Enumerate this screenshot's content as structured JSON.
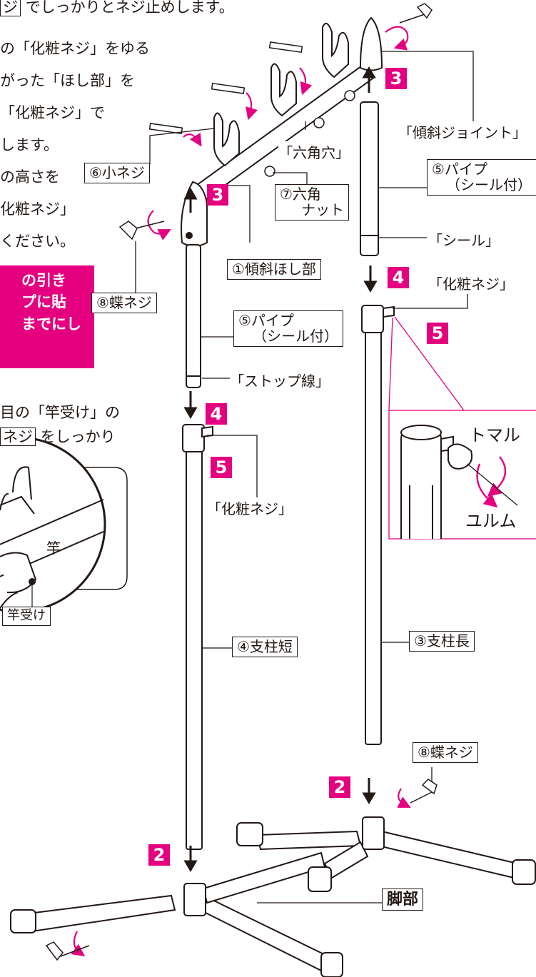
{
  "top": {
    "line1_box": "ジ",
    "line1_rest": "でしっかりとネジ止めします。",
    "para1": [
      "の「化粧ネジ」をゆる",
      "がった「ほし部」を",
      "「化粧ネジ」で",
      "します。"
    ],
    "para2": [
      "の高さを",
      "化粧ネジ」",
      "ください。"
    ],
    "pink_lines": [
      "の引き",
      "プに貼",
      "までにし"
    ],
    "para3_line1": "目の「竿受け」の",
    "para3_box": "ネジ",
    "para3_rest": "をしっかり"
  },
  "steps": {
    "s2": "2",
    "s3": "3",
    "s4": "4",
    "s5": "5"
  },
  "labels": {
    "katamuki_joint": "「傾斜ジョイント」",
    "rokkaku_ana": "「六角穴」",
    "ko_neji": "⑥小ネジ",
    "rokkaku_nut_1": "⑦六角",
    "rokkaku_nut_2": "ナット",
    "keisha_hoshibu": "①傾斜ほし部",
    "chou_neji": "⑧蝶ネジ",
    "pipe_1": "⑤パイプ",
    "pipe_2": "（シール付）",
    "seal": "「シール」",
    "stop_line": "「ストップ線」",
    "kesho_neji": "「化粧ネジ」",
    "shichu_tan": "④支柱短",
    "shichu_cho": "③支柱長",
    "kyakubu": "脚部",
    "tomaru": "トマル",
    "yurumu": "ユルム",
    "sao": "竿",
    "sao_uke": "竿受け"
  },
  "colors": {
    "accent": "#e4007f",
    "ink": "#231815"
  }
}
